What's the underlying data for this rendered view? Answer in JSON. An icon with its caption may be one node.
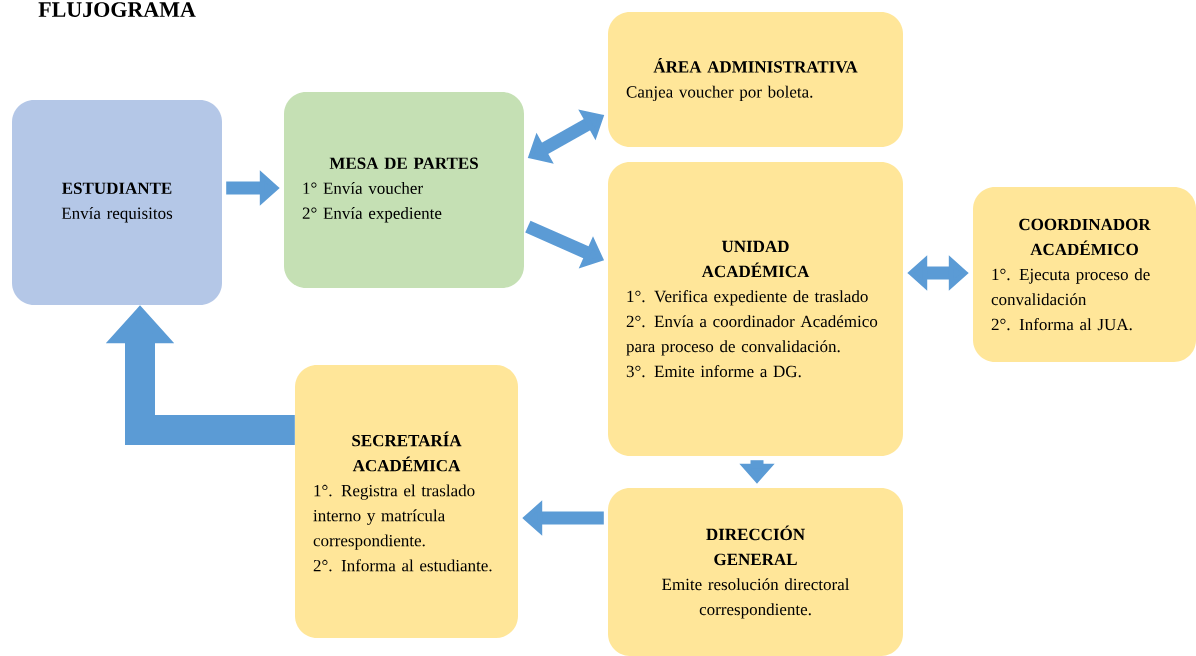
{
  "diagram": {
    "title": "FLUJOGRAMA",
    "nodes": [
      {
        "text": [
          "ESTUDIANTE",
          "Envía requisitos"
        ]
      },
      {
        "text": [
          "MESA DE PARTES",
          "1° Envía voucher",
          "2° Envía expediente"
        ]
      },
      {
        "text": [
          "ÁREA ADMINISTRATIVA",
          "Canjea voucher por boleta."
        ]
      },
      {
        "text": [
          "UNIDAD ACADÉMICA",
          "1°. Verifica expediente de traslado",
          "2°. Envía a coordinador Académico para proceso de convalidación.",
          "3°. Emite informe a DG."
        ]
      },
      {
        "text": [
          "COORDINADOR ACADÉMICO",
          "1°. Ejecuta proceso de convalidación",
          "2°. Informa al JUA."
        ]
      },
      {
        "text": [
          "DIRECCIÓN GENERAL",
          "Emite resolución directoral correspondiente."
        ]
      },
      {
        "text": [
          "SECRETARÍA ACADÉMICA",
          "1°. Registra el traslado interno y matrícula correspondiente.",
          "2°. Informa al estudiante."
        ]
      }
    ],
    "edges": [
      {
        "from": 0,
        "to": 1,
        "arrow": "to"
      },
      {
        "from": 1,
        "to": 2,
        "arrow": "both"
      },
      {
        "from": 1,
        "to": 3,
        "arrow": "to"
      },
      {
        "from": 3,
        "to": 4,
        "arrow": "both"
      },
      {
        "from": 3,
        "to": 5,
        "arrow": "to"
      },
      {
        "from": 5,
        "to": 6,
        "arrow": "to"
      },
      {
        "from": 6,
        "to": 0,
        "arrow": "to",
        "style": "thick"
      }
    ]
  }
}
